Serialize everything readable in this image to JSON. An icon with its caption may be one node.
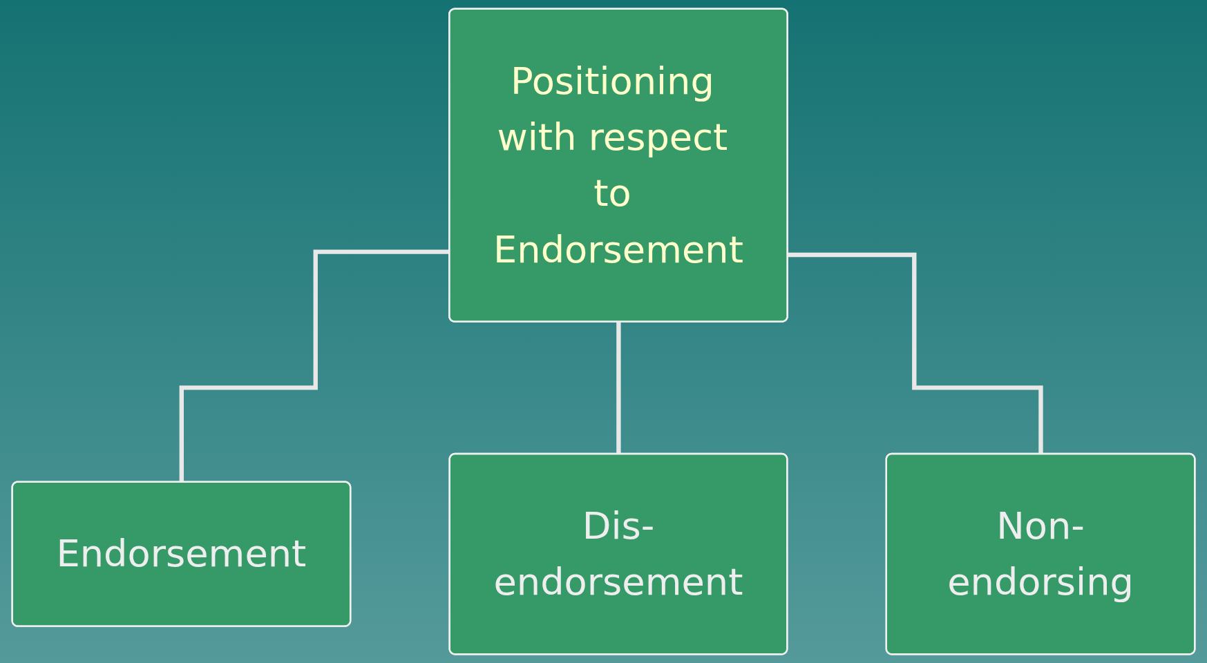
{
  "diagram": {
    "nodes": [
      {
        "text": [
          "Positioning with respect to Endorsement"
        ]
      },
      {
        "text": [
          "Endorsement"
        ]
      },
      {
        "text": [
          "Dis-endorsement"
        ]
      },
      {
        "text": [
          "Non-endorsing"
        ]
      }
    ],
    "edges": [
      {
        "from": 0,
        "to": 1,
        "arrow": "none"
      },
      {
        "from": 0,
        "to": 2,
        "arrow": "none"
      },
      {
        "from": 0,
        "to": 3,
        "arrow": "none"
      }
    ]
  }
}
